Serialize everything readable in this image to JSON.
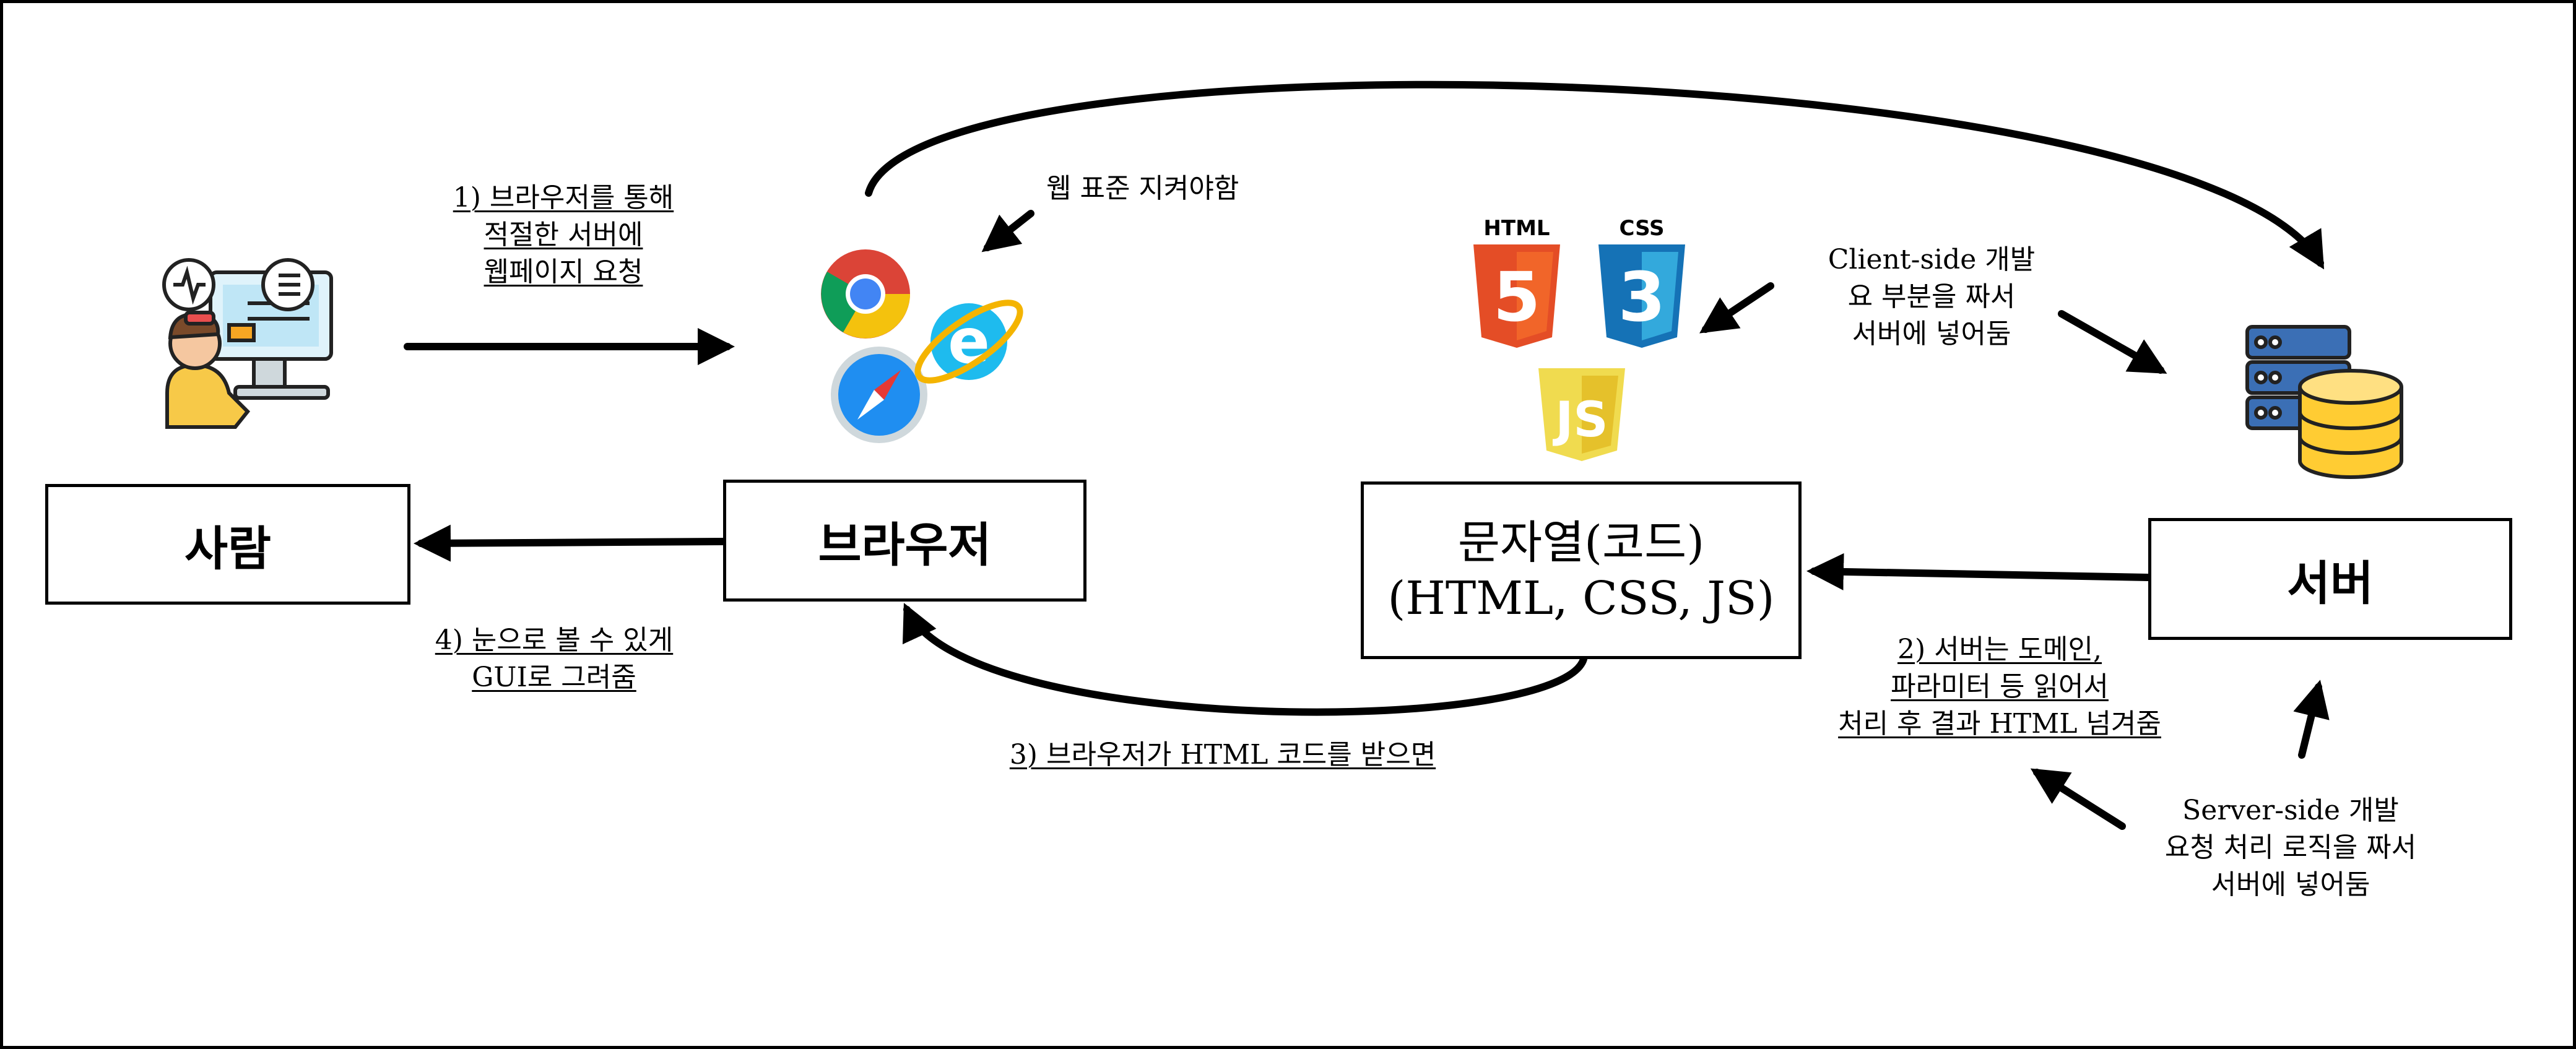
{
  "nodes": {
    "person": "사람",
    "browser": "브라우저",
    "code_line1": "문자열(코드)",
    "code_line2": "(HTML, CSS, JS)",
    "server": "서버"
  },
  "labels": {
    "step1": [
      "1) 브라우저를 통해",
      "적절한 서버에",
      "웹페이지 요청"
    ],
    "web_standard": "웹 표준 지켜야함",
    "client_side": [
      "Client-side 개발",
      "요 부분을 짜서",
      "서버에 넣어둠"
    ],
    "step2": [
      "2) 서버는 도메인,",
      "파라미터 등 읽어서",
      "처리 후 결과 HTML 넘겨줌"
    ],
    "step3": "3) 브라우저가 HTML 코드를 받으면",
    "step4": [
      "4) 눈으로 볼 수 있게",
      "GUI로 그려줌"
    ],
    "server_side": [
      "Server-side 개발",
      "요청 처리 로직을 짜서",
      "서버에 넣어둠"
    ]
  },
  "logos": {
    "html": "HTML",
    "html_num": "5",
    "css": "CSS",
    "css_num": "3",
    "js": "JS"
  },
  "icons": [
    "person-computer-icon",
    "chrome-icon",
    "internet-explorer-icon",
    "safari-icon",
    "html5-icon",
    "css3-icon",
    "js-icon",
    "server-database-icon"
  ],
  "colors": {
    "html5": "#e44d26",
    "css3": "#1572b6",
    "js": "#f0db4f",
    "chrome_red": "#db4437",
    "chrome_yellow": "#f4c20d",
    "chrome_green": "#0f9d58",
    "chrome_blue": "#4285f4",
    "ie_blue": "#1ebbee",
    "ie_ring": "#f4b400",
    "safari_blue": "#1f8ef1",
    "server_blue": "#3b6fb5",
    "database_yellow": "#ffcc33"
  }
}
